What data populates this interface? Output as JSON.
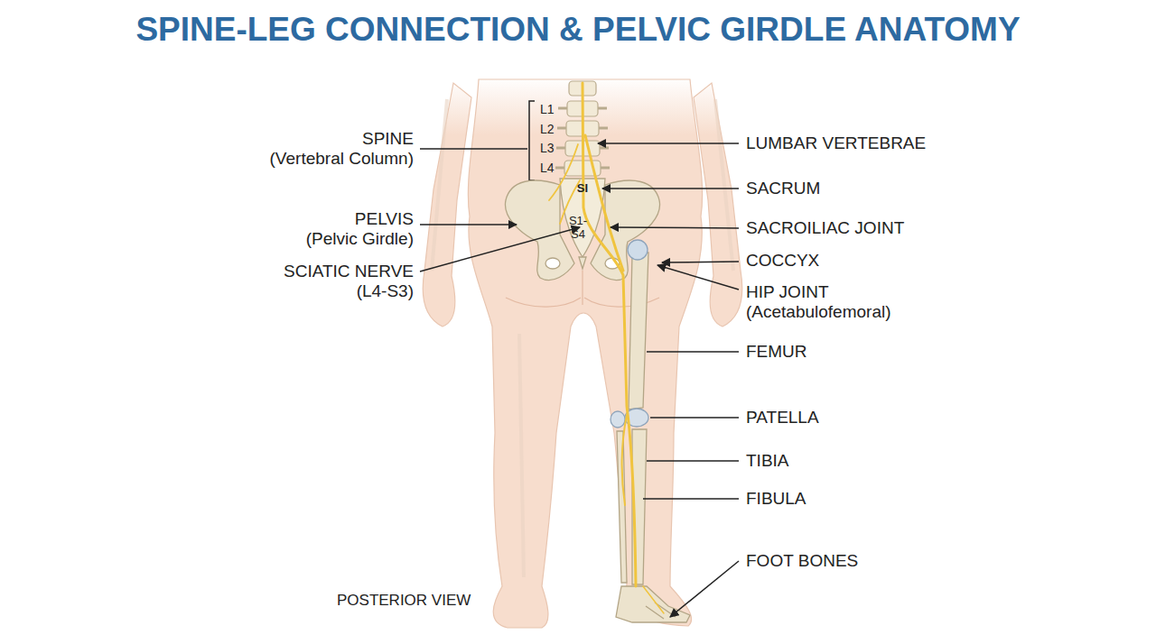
{
  "diagram": {
    "title": "SPINE-LEG CONNECTION & PELVIC GIRDLE ANATOMY",
    "labels": [
      "L1",
      "L2",
      "L3",
      "L4",
      "SPINE (Vertebral Column)",
      "LUMBAR VERTEBRAE",
      "SI",
      "SACRUM",
      "PELVIS (Pelvic Girdle)",
      "S1- S4",
      "SACROILIAC JOINT",
      "COCCYX",
      "SCIATIC NERVE (L4-S3)",
      "HIP JOINT (Acetabulofemoral)",
      "FEMUR",
      "PATELLA",
      "TIBIA",
      "FIBULA",
      "FOOT BONES",
      "POSTERIOR VIEW"
    ]
  }
}
